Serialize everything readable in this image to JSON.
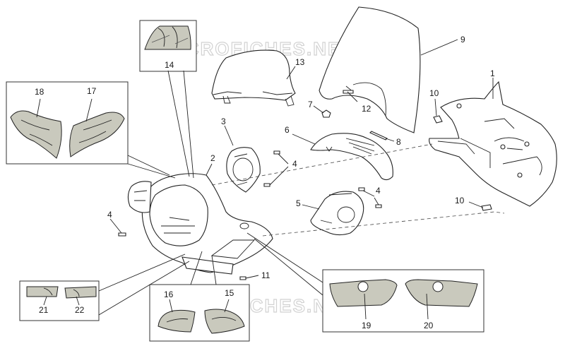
{
  "watermark": "MICROFICHES.NET",
  "labels": {
    "n1": "1",
    "n2": "2",
    "n3": "3",
    "n4a": "4",
    "n4b": "4",
    "n4c": "4",
    "n5": "5",
    "n6": "6",
    "n7": "7",
    "n8": "8",
    "n9": "9",
    "n10a": "10",
    "n10b": "10",
    "n11": "11",
    "n12": "12",
    "n13": "13",
    "n14": "14",
    "n15": "15",
    "n16": "16",
    "n17": "17",
    "n18": "18",
    "n19": "19",
    "n20": "20",
    "n21": "21",
    "n22": "22"
  },
  "colors": {
    "line": "#222222",
    "decal_fill": "#c9c9bd",
    "watermark": "#c8c8c8"
  }
}
